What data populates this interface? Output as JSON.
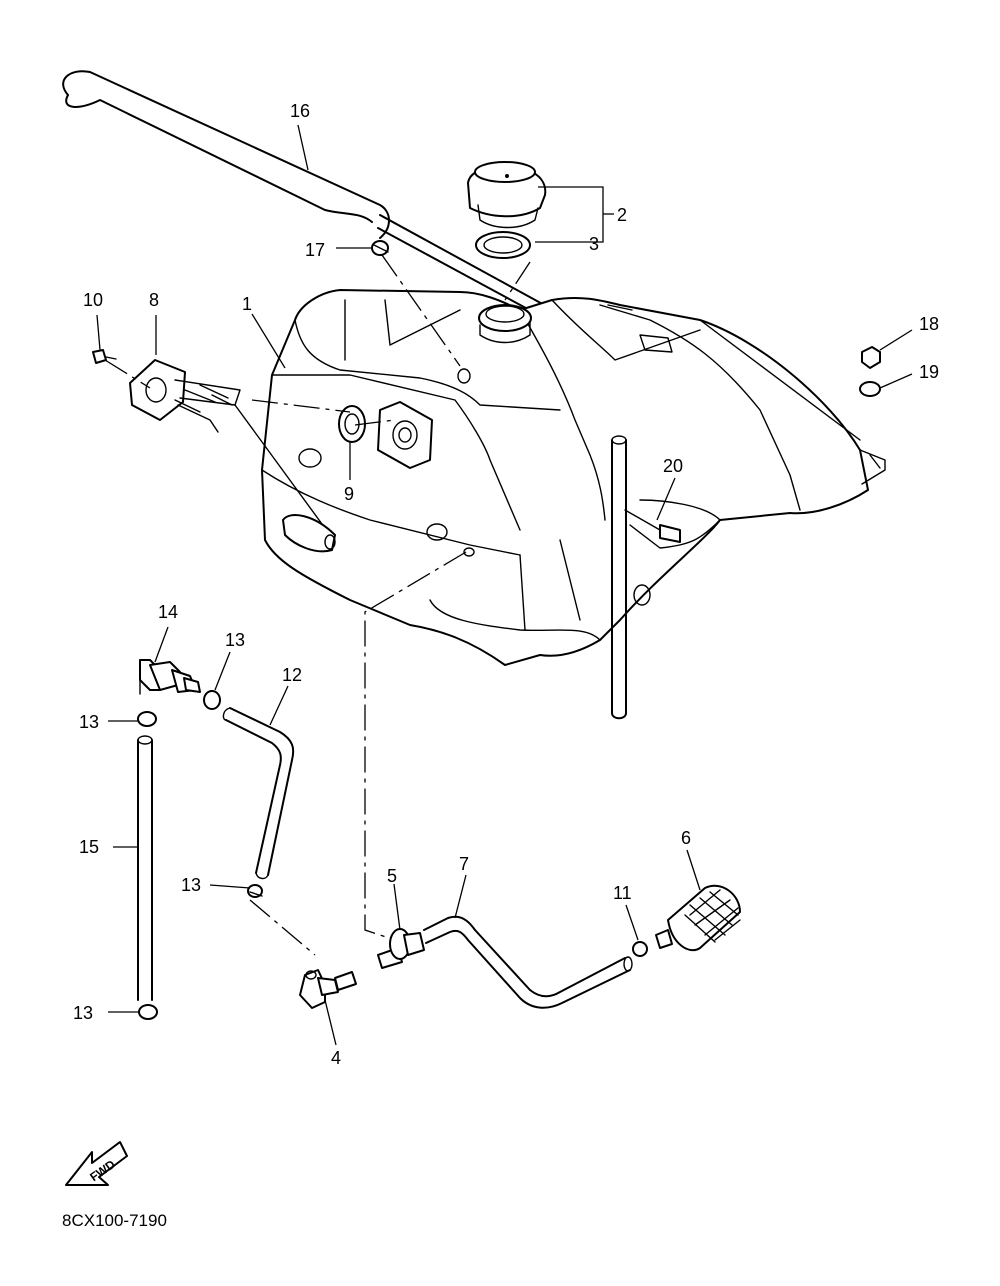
{
  "diagram_code": "8CX100-7190",
  "fwd_label": "FWD",
  "callouts": {
    "c1": "1",
    "c2": "2",
    "c3": "3",
    "c4": "4",
    "c5": "5",
    "c6": "6",
    "c7": "7",
    "c8": "8",
    "c9": "9",
    "c10": "10",
    "c11": "11",
    "c12": "12",
    "c13a": "13",
    "c13b": "13",
    "c13c": "13",
    "c13d": "13",
    "c14": "14",
    "c15": "15",
    "c16": "16",
    "c17": "17",
    "c18": "18",
    "c19": "19",
    "c20": "20"
  },
  "line_color": "#000000",
  "background_color": "#ffffff"
}
